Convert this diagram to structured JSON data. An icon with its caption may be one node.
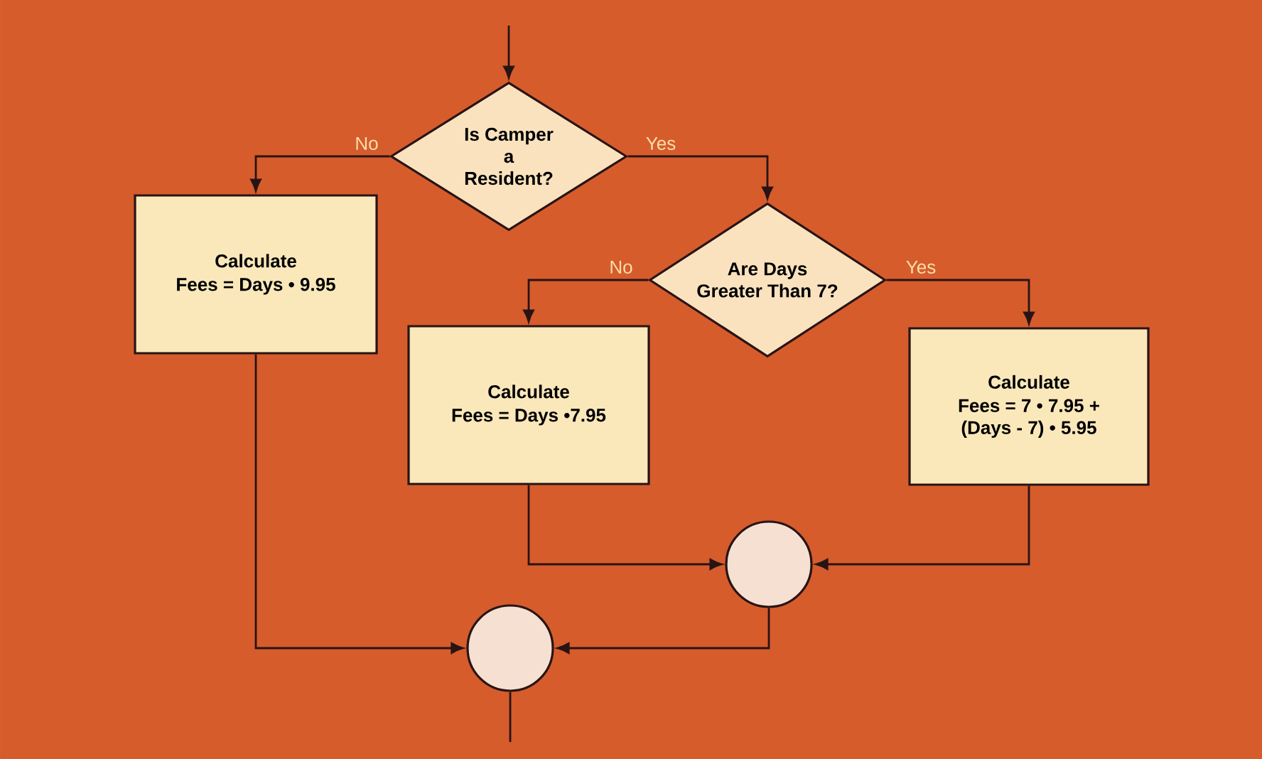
{
  "diagram": {
    "nodes": [
      {
        "text": [
          "Is Camper a Resident?"
        ]
      },
      {
        "text": [
          "Calculate",
          "Fees = Days • 9.95"
        ]
      },
      {
        "text": [
          "Are Days Greater Than 7?"
        ]
      },
      {
        "text": [
          "Calculate",
          "Fees = Days •7.95"
        ]
      },
      {
        "text": [
          "Calculate",
          "Fees = 7 • 7.95 + (Days - 7) • 5.95"
        ]
      },
      {
        "text": [],
        "shape": "circle"
      },
      {
        "text": [],
        "shape": "circle"
      }
    ],
    "edges": [
      {
        "from": null,
        "to": 0,
        "arrow": "to"
      },
      {
        "from": 0,
        "to": 1,
        "label": "No",
        "arrow": "to"
      },
      {
        "from": 0,
        "to": 2,
        "label": "Yes",
        "arrow": "to"
      },
      {
        "from": 2,
        "to": 3,
        "label": "No",
        "arrow": "to"
      },
      {
        "from": 2,
        "to": 4,
        "label": "Yes",
        "arrow": "to"
      },
      {
        "from": 3,
        "to": 5,
        "arrow": "to"
      },
      {
        "from": 4,
        "to": 5,
        "arrow": "to"
      },
      {
        "from": 1,
        "to": 6,
        "arrow": "to"
      },
      {
        "from": 5,
        "to": 6,
        "arrow": "to"
      },
      {
        "from": 6,
        "to": null,
        "arrow": "none"
      }
    ]
  }
}
